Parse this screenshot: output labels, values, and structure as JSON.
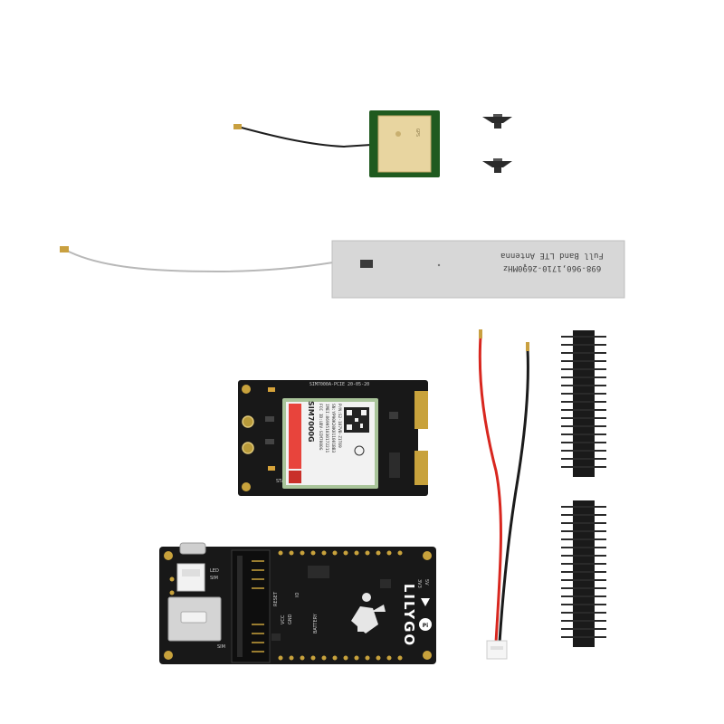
{
  "lte_antenna": {
    "label_line1": "698-960,1710-2690MHz",
    "label_line2": "Full Band LTE Antenna"
  },
  "gps_antenna": {
    "chip_text": "GPS"
  },
  "modem": {
    "pcb_marking": "SIM7000A-PCIE 20-05-20",
    "chip_brand": "SIM7000G",
    "chip_lines": [
      "P/N:S2-107VB-Z1T69",
      "SN:YP90K20K011001BB3",
      "IMEI:869951030172211",
      "FCC ID:UDV-SIM7000G"
    ],
    "status_label": "STATUS"
  },
  "main_board": {
    "brand": "LILYGO",
    "logo_text": "Pi",
    "labels": [
      "LED",
      "SIM",
      "RESET",
      "VCC",
      "GND",
      "IO",
      "BATTERY",
      "SIM",
      "3V3",
      "5V"
    ]
  },
  "colors": {
    "pcb": "#181818",
    "gold": "#c8a23c",
    "cable_red": "#d8271f",
    "cable_black": "#1b1b1b",
    "antenna_gray": "#d7d7d7"
  }
}
